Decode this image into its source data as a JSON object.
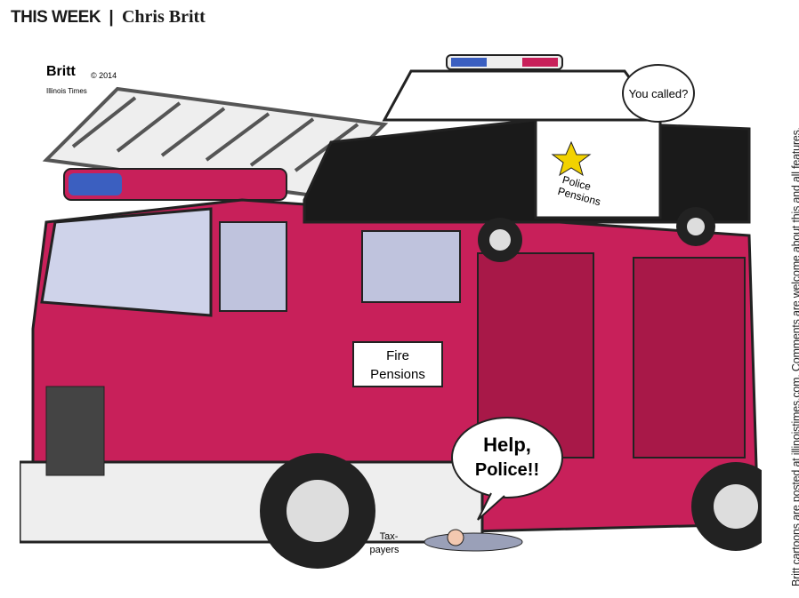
{
  "header": {
    "section": "THIS WEEK",
    "separator": "|",
    "author": "Chris Britt"
  },
  "cartoon": {
    "signature": {
      "name": "Britt",
      "copyright": "© 2014",
      "publication": "Illinois Times"
    },
    "police_bubble": "You called?",
    "police_car_label": [
      "Police",
      "Pensions"
    ],
    "fire_truck_label": [
      "Fire",
      "Pensions"
    ],
    "help_bubble": [
      "Help,",
      "Police!!"
    ],
    "taxpayer_label": [
      "Tax-",
      "payers"
    ],
    "colors": {
      "truck": "#c8205a",
      "car": "#1a1a1a",
      "ground": "#ffffff"
    }
  },
  "side_note": "Britt cartoons are posted at illinoistimes.com. Comments are welcome about this and all features."
}
